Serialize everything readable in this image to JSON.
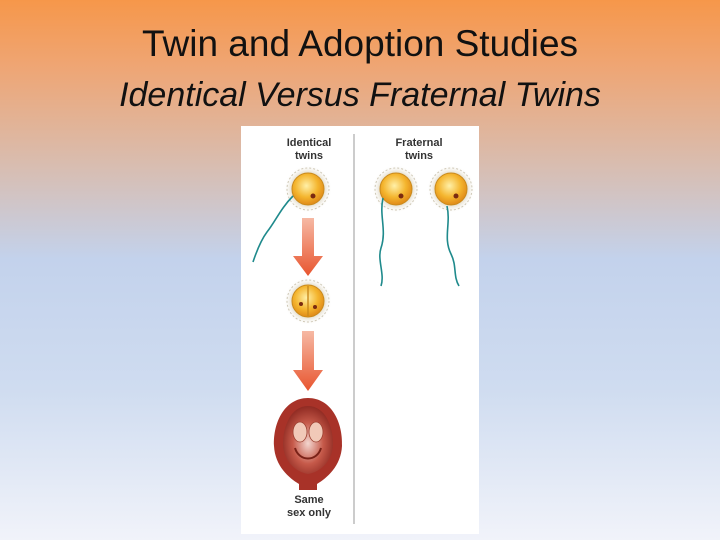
{
  "slide": {
    "title": "Twin and Adoption Studies",
    "subtitle": "Identical Versus Fraternal Twins"
  },
  "figure": {
    "identical_label_line1": "Identical",
    "identical_label_line2": "twins",
    "fraternal_label_line1": "Fraternal",
    "fraternal_label_line2": "twins",
    "outcome_label_line1": "Same",
    "outcome_label_line2": "sex only"
  },
  "colors": {
    "egg_yolk": "#f4b52e",
    "egg_membrane": "#e8e2cf",
    "sperm": "#1f8a8c",
    "arrow": "#e8623a",
    "uterus": "#a83228"
  }
}
